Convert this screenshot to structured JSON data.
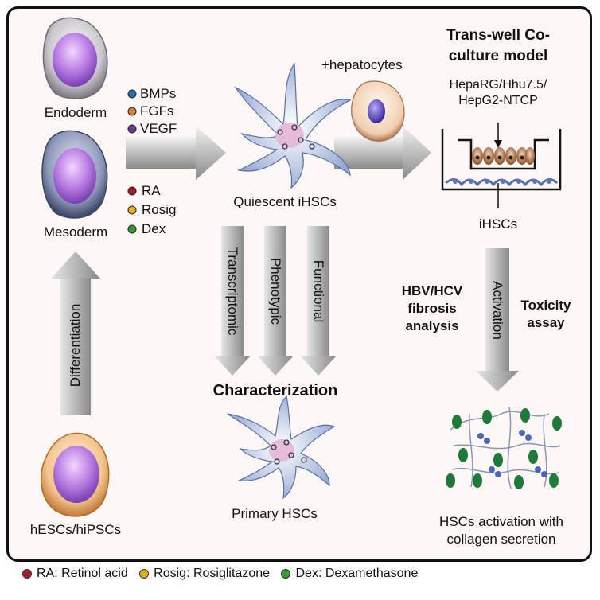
{
  "cell_labels": {
    "endoderm": "Endoderm",
    "mesoderm": "Mesoderm",
    "hescs": "hESCs/hiPSCs",
    "quiescent": "Quiescent iHSCs",
    "primary": "Primary HSCs",
    "ihscs": "iHSCs",
    "activation_result": [
      "HSCs activation with",
      "collagen secretion"
    ]
  },
  "factors_top": [
    {
      "label": "BMPs",
      "color": "#2f6fb0"
    },
    {
      "label": "FGFs",
      "color": "#d9803a"
    },
    {
      "label": "VEGF",
      "color": "#6a3a9a"
    }
  ],
  "factors_bottom": [
    {
      "label": "RA",
      "color": "#a3202a"
    },
    {
      "label": "Rosig",
      "color": "#e0b020"
    },
    {
      "label": "Dex",
      "color": "#3a9a3a"
    }
  ],
  "arrows": {
    "differentiation": "Differentiation",
    "transcriptomic": "Transcriptomic",
    "phenotypic": "Phenotypic",
    "functional": "Functional",
    "activation": "Activation"
  },
  "characterization": "Characterization",
  "hepatocytes": "+hepatocytes",
  "coculture_title": [
    "Trans-well Co-",
    "culture model"
  ],
  "cell_lines": [
    "HepaRG/Hhu7.5/",
    "HepG2-NTCP"
  ],
  "analysis": [
    "HBV/HCV",
    "fibrosis",
    "analysis"
  ],
  "toxicity": [
    "Toxicity",
    "assay"
  ],
  "legend": [
    {
      "label": "RA: Retinol acid",
      "color": "#a3202a"
    },
    {
      "label": "Rosig: Rosiglitazone",
      "color": "#e0b020"
    },
    {
      "label": "Dex: Dexamethasone",
      "color": "#3a9a3a"
    }
  ]
}
